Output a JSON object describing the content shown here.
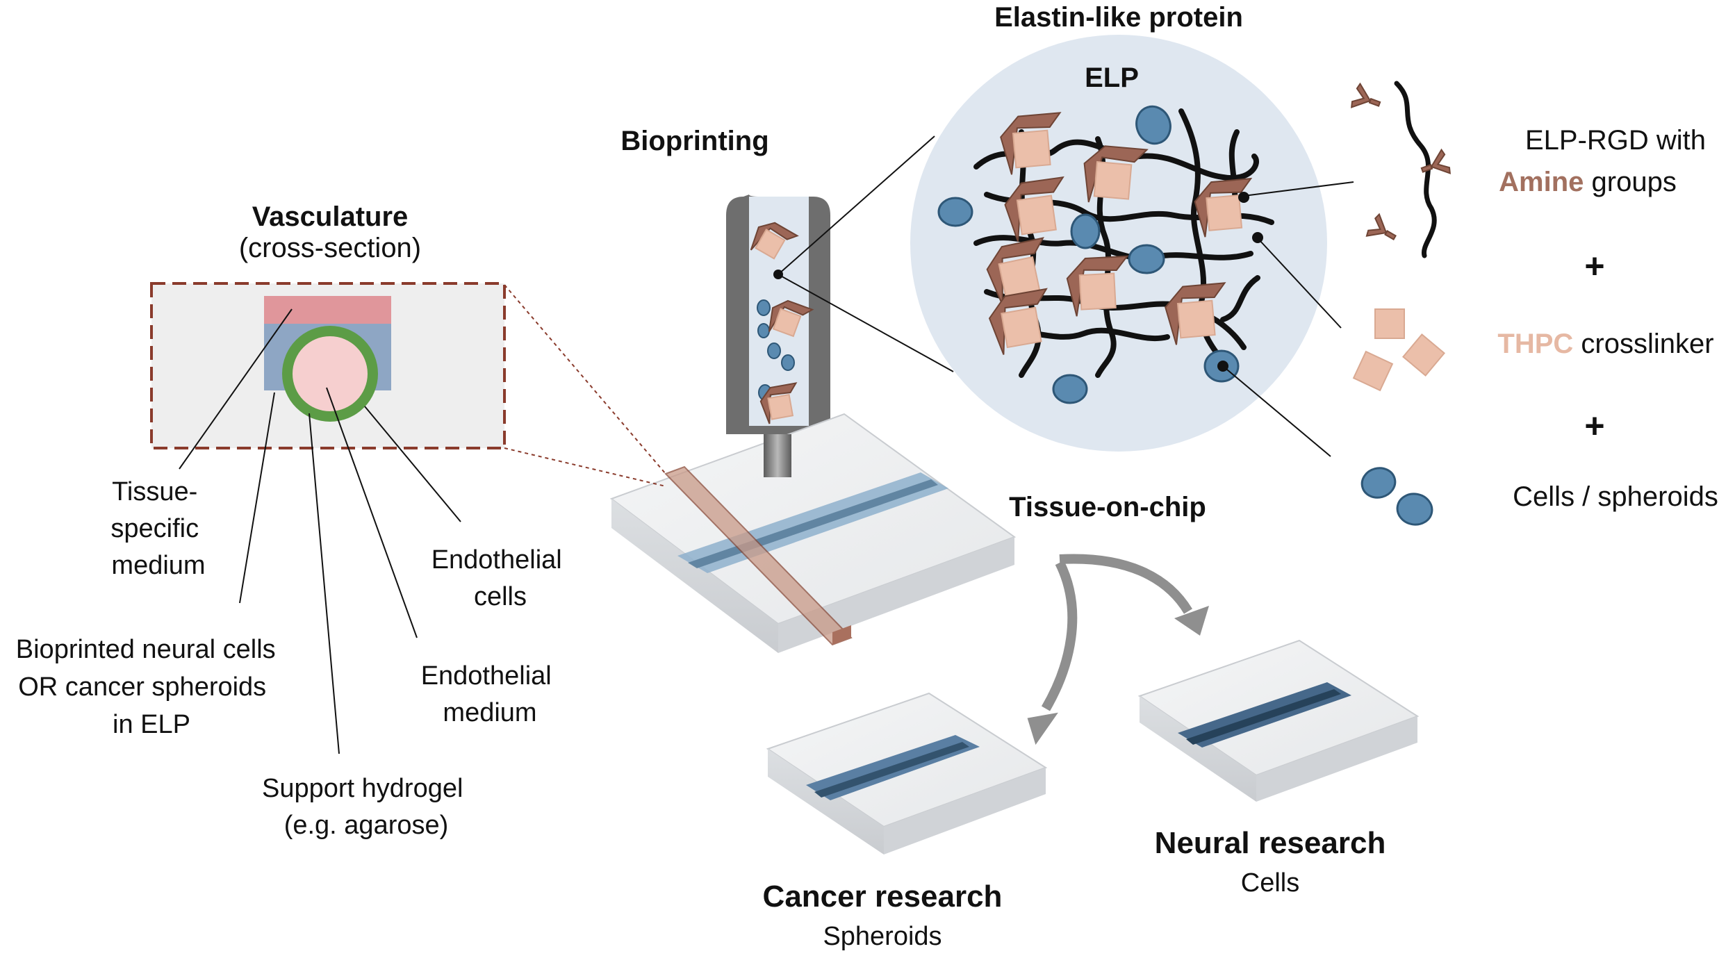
{
  "elp_section": {
    "title": "Elastin-like protein",
    "circle_label": "ELP"
  },
  "bioprinting": {
    "title": "Bioprinting"
  },
  "vasculature": {
    "title": "Vasculature",
    "subtitle": "(cross-section)"
  },
  "legend": {
    "elp_rgd_line1": "ELP-RGD with",
    "amine_word": "Amine",
    "groups_word": " groups",
    "plus1": "+",
    "thpc_word": "THPC",
    "crosslinker_word": " crosslinker",
    "plus2": "+",
    "cells": "Cells / spheroids"
  },
  "labels": {
    "tissue_specific_medium": [
      "Tissue-",
      "specific",
      "medium"
    ],
    "endothelial_cells": [
      "Endothelial",
      "cells"
    ],
    "bioprinted_cells": [
      "Bioprinted neural cells",
      "OR cancer spheroids",
      "in ELP"
    ],
    "endothelial_medium": [
      "Endothelial",
      "medium"
    ],
    "support_hydrogel": [
      "Support hydrogel",
      "(e.g. agarose)"
    ]
  },
  "tissue_on_chip": {
    "title": "Tissue-on-chip"
  },
  "outcomes": {
    "cancer": {
      "title": "Cancer research",
      "subtitle": "Spheroids"
    },
    "neural": {
      "title": "Neural research",
      "subtitle": "Cells"
    }
  },
  "colors": {
    "brown": "#9c6656",
    "brown_dark": "#6e4435",
    "amine_text": "#a2705f",
    "thpc_pink": "#ebbfaa",
    "thpc_text": "#e6b8a3",
    "cell_blue": "#5a8ab0",
    "cell_stroke": "#2e5777",
    "elp_circle": "#dfe7f0",
    "tissue_red": "#e0969b",
    "tissue_blue": "#8ea6c4",
    "endothelial_green": "#5c9c46",
    "lumen_pink": "#f6cfcf",
    "dashed_border": "#8a3b2c",
    "nozzle_gray": "#6e6e6e",
    "arrow_gray": "#8f8f8f"
  },
  "icons": {
    "crosslinker": "square-crosslinker-icon",
    "amine_group": "y-shaped-amine-icon",
    "cell": "blue-blob-cell-icon"
  }
}
